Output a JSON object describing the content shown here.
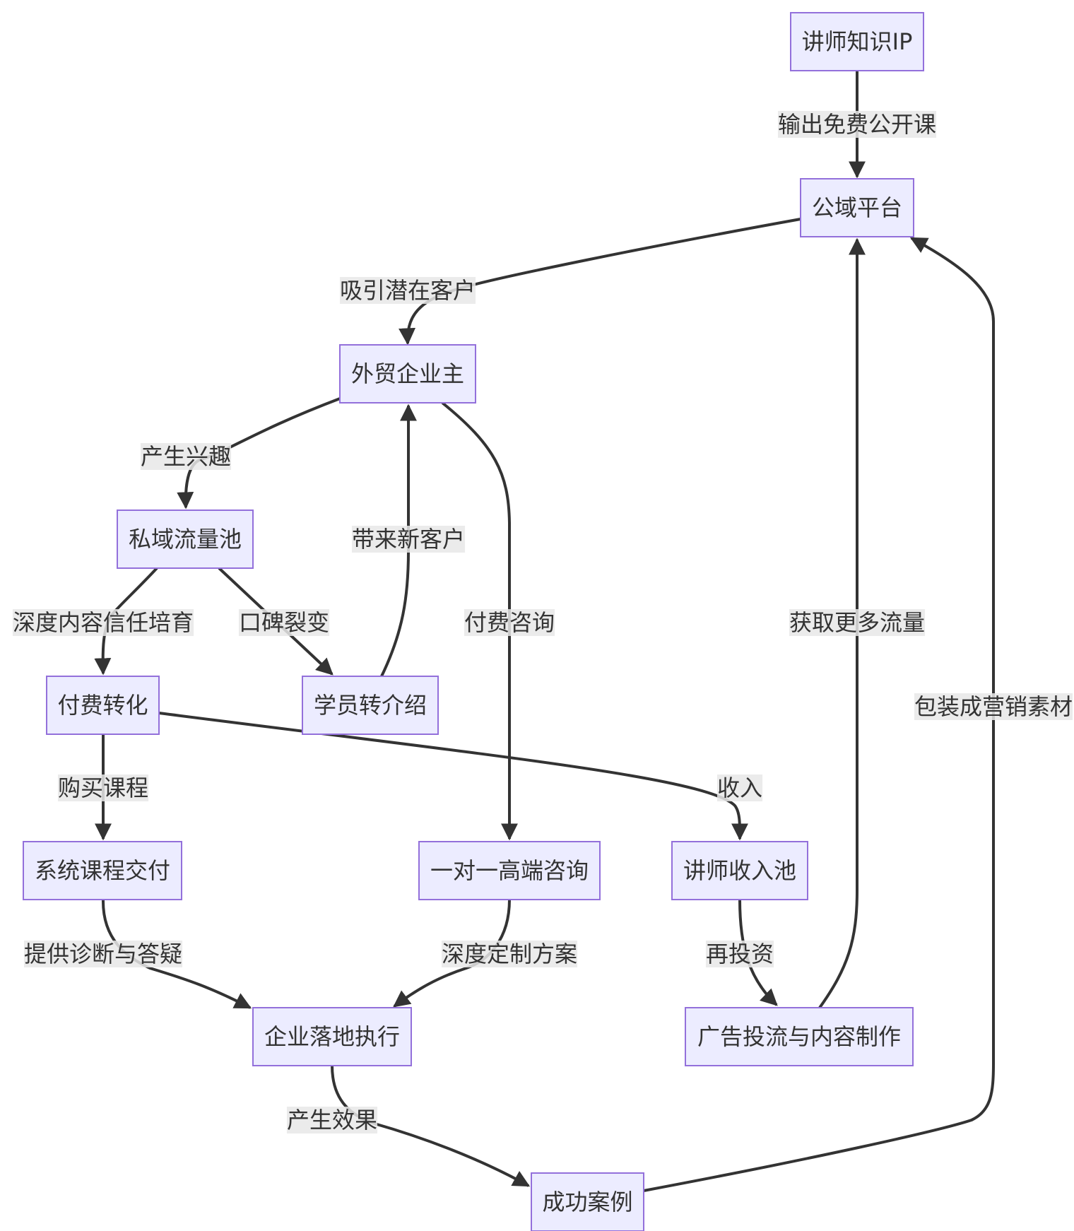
{
  "diagram": {
    "nodes": [
      {
        "id": "ip",
        "label": "讲师知识IP"
      },
      {
        "id": "public",
        "label": "公域平台"
      },
      {
        "id": "owner",
        "label": "外贸企业主"
      },
      {
        "id": "private",
        "label": "私域流量池"
      },
      {
        "id": "paid",
        "label": "付费转化"
      },
      {
        "id": "referral",
        "label": "学员转介绍"
      },
      {
        "id": "course",
        "label": "系统课程交付"
      },
      {
        "id": "consult",
        "label": "一对一高端咨询"
      },
      {
        "id": "income",
        "label": "讲师收入池"
      },
      {
        "id": "execute",
        "label": "企业落地执行"
      },
      {
        "id": "ads",
        "label": "广告投流与内容制作"
      },
      {
        "id": "case",
        "label": "成功案例"
      }
    ],
    "edges": [
      {
        "id": "e1",
        "from": "ip",
        "to": "public",
        "label": "输出免费公开课"
      },
      {
        "id": "e2",
        "from": "public",
        "to": "owner",
        "label": "吸引潜在客户"
      },
      {
        "id": "e3",
        "from": "owner",
        "to": "private",
        "label": "产生兴趣"
      },
      {
        "id": "e4",
        "from": "private",
        "to": "paid",
        "label": "深度内容信任培育"
      },
      {
        "id": "e5",
        "from": "private",
        "to": "referral",
        "label": "口碑裂变"
      },
      {
        "id": "e6",
        "from": "referral",
        "to": "owner",
        "label": "带来新客户"
      },
      {
        "id": "e7",
        "from": "owner",
        "to": "consult",
        "label": "付费咨询"
      },
      {
        "id": "e8",
        "from": "paid",
        "to": "course",
        "label": "购买课程"
      },
      {
        "id": "e9",
        "from": "paid",
        "to": "income",
        "label": "收入"
      },
      {
        "id": "e10",
        "from": "course",
        "to": "execute",
        "label": "提供诊断与答疑"
      },
      {
        "id": "e11",
        "from": "consult",
        "to": "execute",
        "label": "深度定制方案"
      },
      {
        "id": "e12",
        "from": "income",
        "to": "ads",
        "label": "再投资"
      },
      {
        "id": "e13",
        "from": "ads",
        "to": "public",
        "label": "获取更多流量"
      },
      {
        "id": "e14",
        "from": "execute",
        "to": "case",
        "label": "产生效果"
      },
      {
        "id": "e15",
        "from": "case",
        "to": "public",
        "label": "包装成营销素材"
      }
    ]
  }
}
